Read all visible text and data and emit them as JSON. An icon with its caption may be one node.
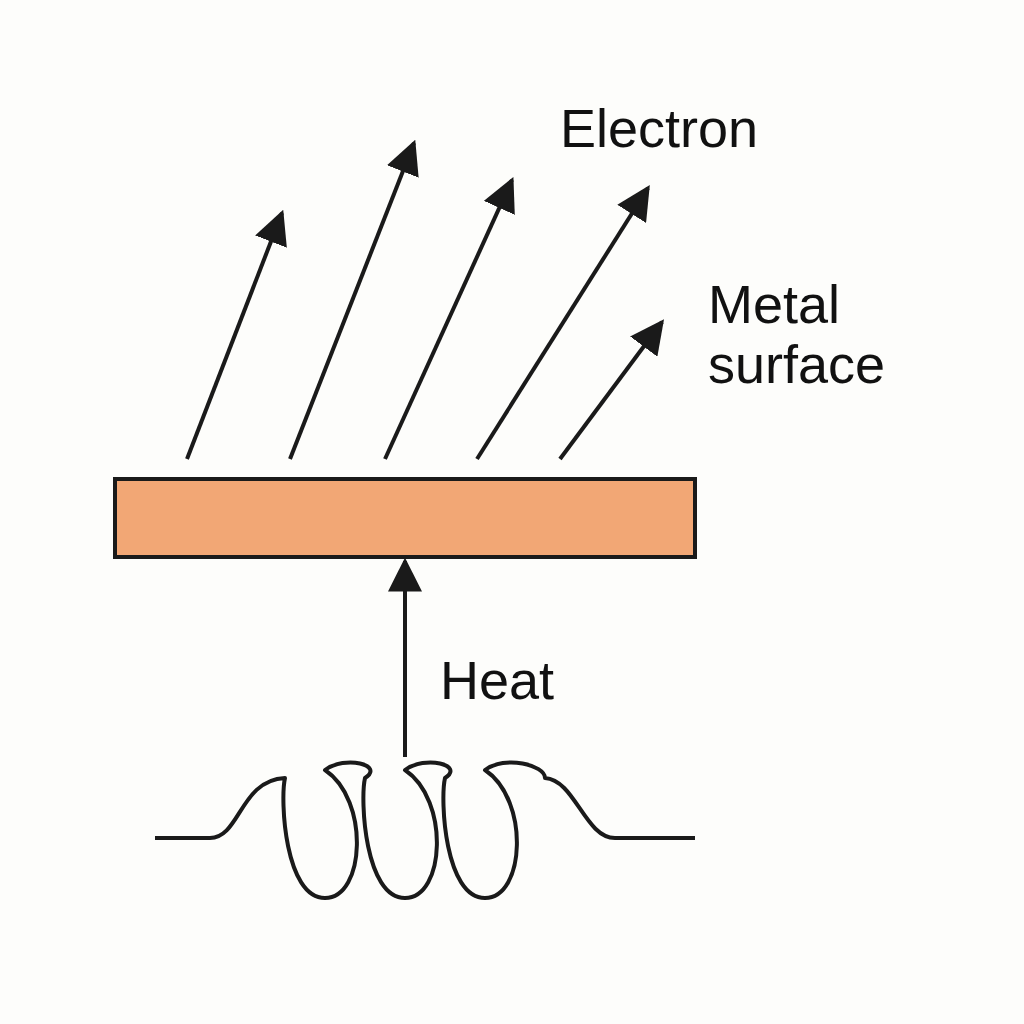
{
  "diagram": {
    "nodes": [
      {
        "text": [],
        "shape": "bar"
      },
      {
        "text": [],
        "shape": "coil"
      }
    ],
    "edges": [
      {
        "from": 0,
        "to": null,
        "arrow": "to"
      },
      {
        "from": 0,
        "to": null,
        "arrow": "to"
      },
      {
        "from": 0,
        "to": null,
        "arrow": "to"
      },
      {
        "from": 0,
        "to": null,
        "arrow": "to"
      },
      {
        "from": 0,
        "to": null,
        "arrow": "to"
      },
      {
        "from": 1,
        "to": 0,
        "arrow": "to",
        "label": "Heat"
      }
    ],
    "labels": [
      "Electron",
      "Metal surface"
    ]
  }
}
